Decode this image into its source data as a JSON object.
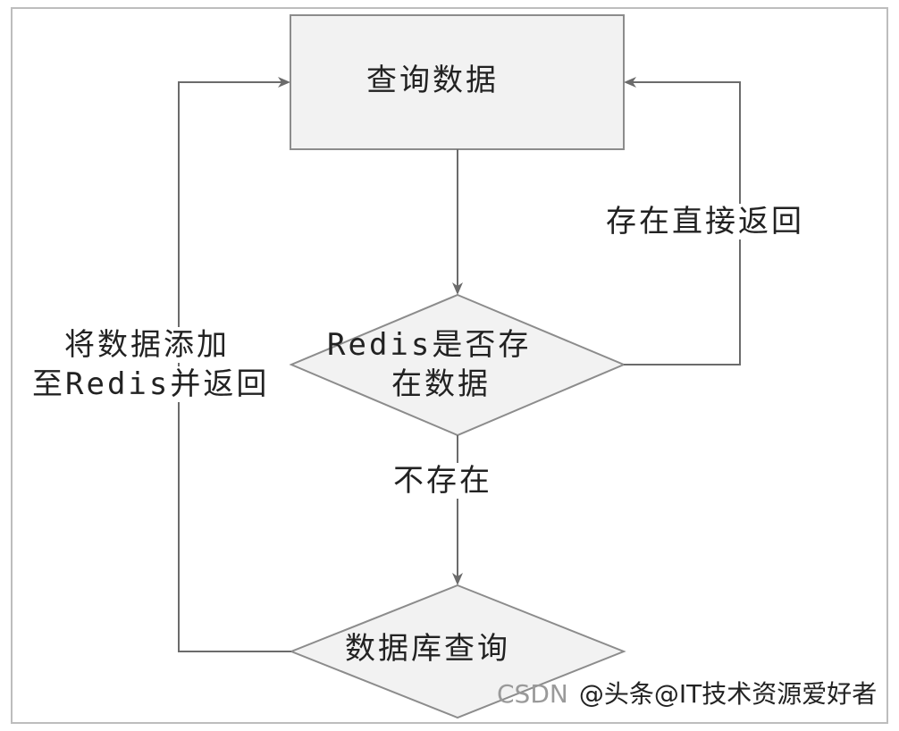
{
  "nodes": {
    "query_data": "查询数据",
    "redis_check_line1": "Redis是否存",
    "redis_check_line2": "在数据",
    "db_query": "数据库查询"
  },
  "edges": {
    "exists_return": "存在直接返回",
    "not_exists": "不存在",
    "add_to_redis_line1": "将数据添加",
    "add_to_redis_line2": "至Redis并返回"
  },
  "watermark": {
    "source": "CSDN",
    "handle": "@头条@IT技术资源爱好者"
  },
  "colors": {
    "node_fill": "#f2f2f2",
    "node_stroke": "#8c8c8c",
    "arrow": "#6b6b6b",
    "text": "#222222"
  }
}
